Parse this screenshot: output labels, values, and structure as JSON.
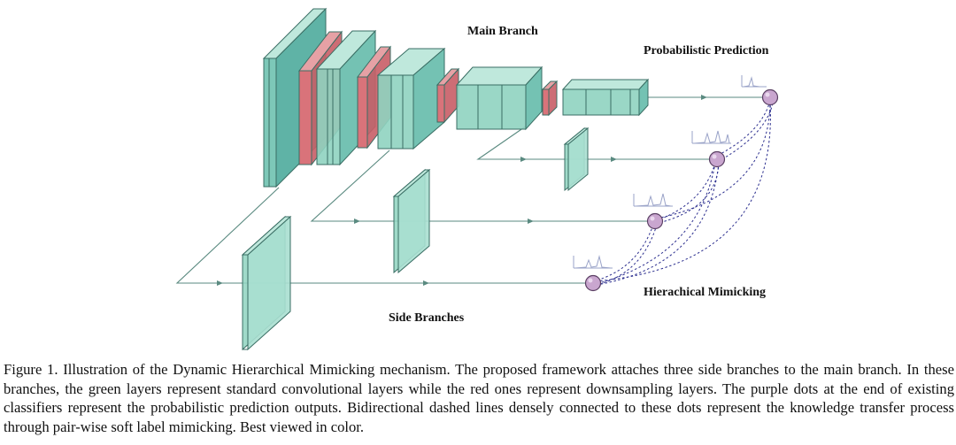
{
  "figure": {
    "labels": {
      "main_branch": "Main Branch",
      "probabilistic_prediction": "Probabilistic Prediction",
      "side_branches": "Side Branches",
      "hierarchical_mimicking": "Hierachical Mimicking"
    },
    "colors": {
      "conv_layer": "#8fd3c0",
      "downsample_layer": "#d9737a",
      "arrow_line": "#5a8a80",
      "classifier_dot": "#c9a6cf",
      "dashed_connection": "#2c2f8f"
    }
  },
  "caption": {
    "text": "Figure 1. Illustration of the Dynamic Hierarchical Mimicking mechanism. The proposed framework attaches three side branches to the main branch. In these branches, the green layers represent standard convolutional layers while the red ones represent downsampling layers. The purple dots at the end of existing classifiers represent the probabilistic prediction outputs. Bidirectional dashed lines densely connected to these dots represent the knowledge transfer process through pair-wise soft label mimicking. Best viewed in color."
  }
}
